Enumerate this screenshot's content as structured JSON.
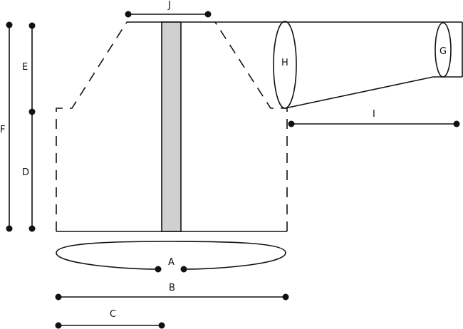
{
  "diagram": {
    "labels": {
      "A": "A",
      "B": "B",
      "C": "C",
      "D": "D",
      "E": "E",
      "F": "F",
      "G": "G",
      "H": "H",
      "I": "I",
      "J": "J"
    },
    "colors": {
      "line": "#111111",
      "button_band": "#d0d0d0",
      "background": "#ffffff"
    }
  }
}
